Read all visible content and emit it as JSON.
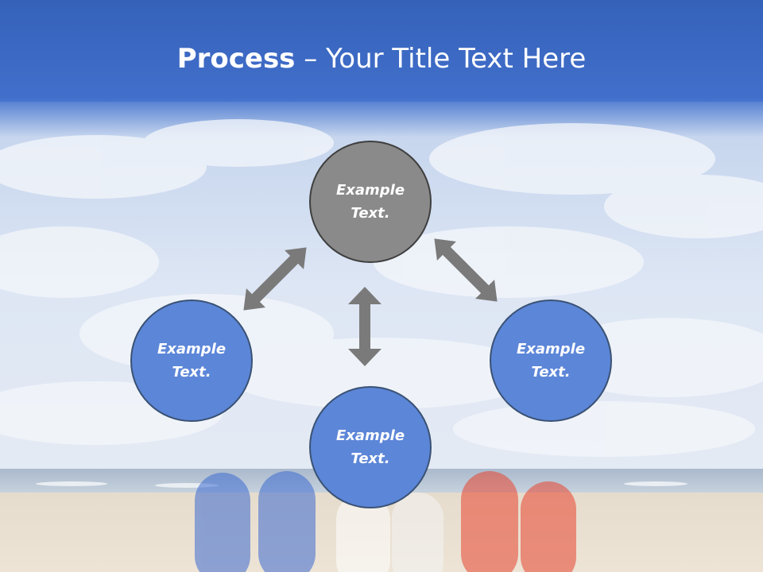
{
  "slide": {
    "title_strong": "Process",
    "title_rest": " – Your Title Text Here"
  },
  "nodes": {
    "top": "Example\nText.",
    "left": "Example\nText.",
    "right": "Example\nText.",
    "bottom": "Example\nText."
  },
  "colors": {
    "header_blue": "#3566c2",
    "node_blue": "#5c86d8",
    "node_gray": "#8a8a8a",
    "arrow_gray": "#7a7a7a"
  },
  "icons": [
    "double-arrow-icon"
  ]
}
